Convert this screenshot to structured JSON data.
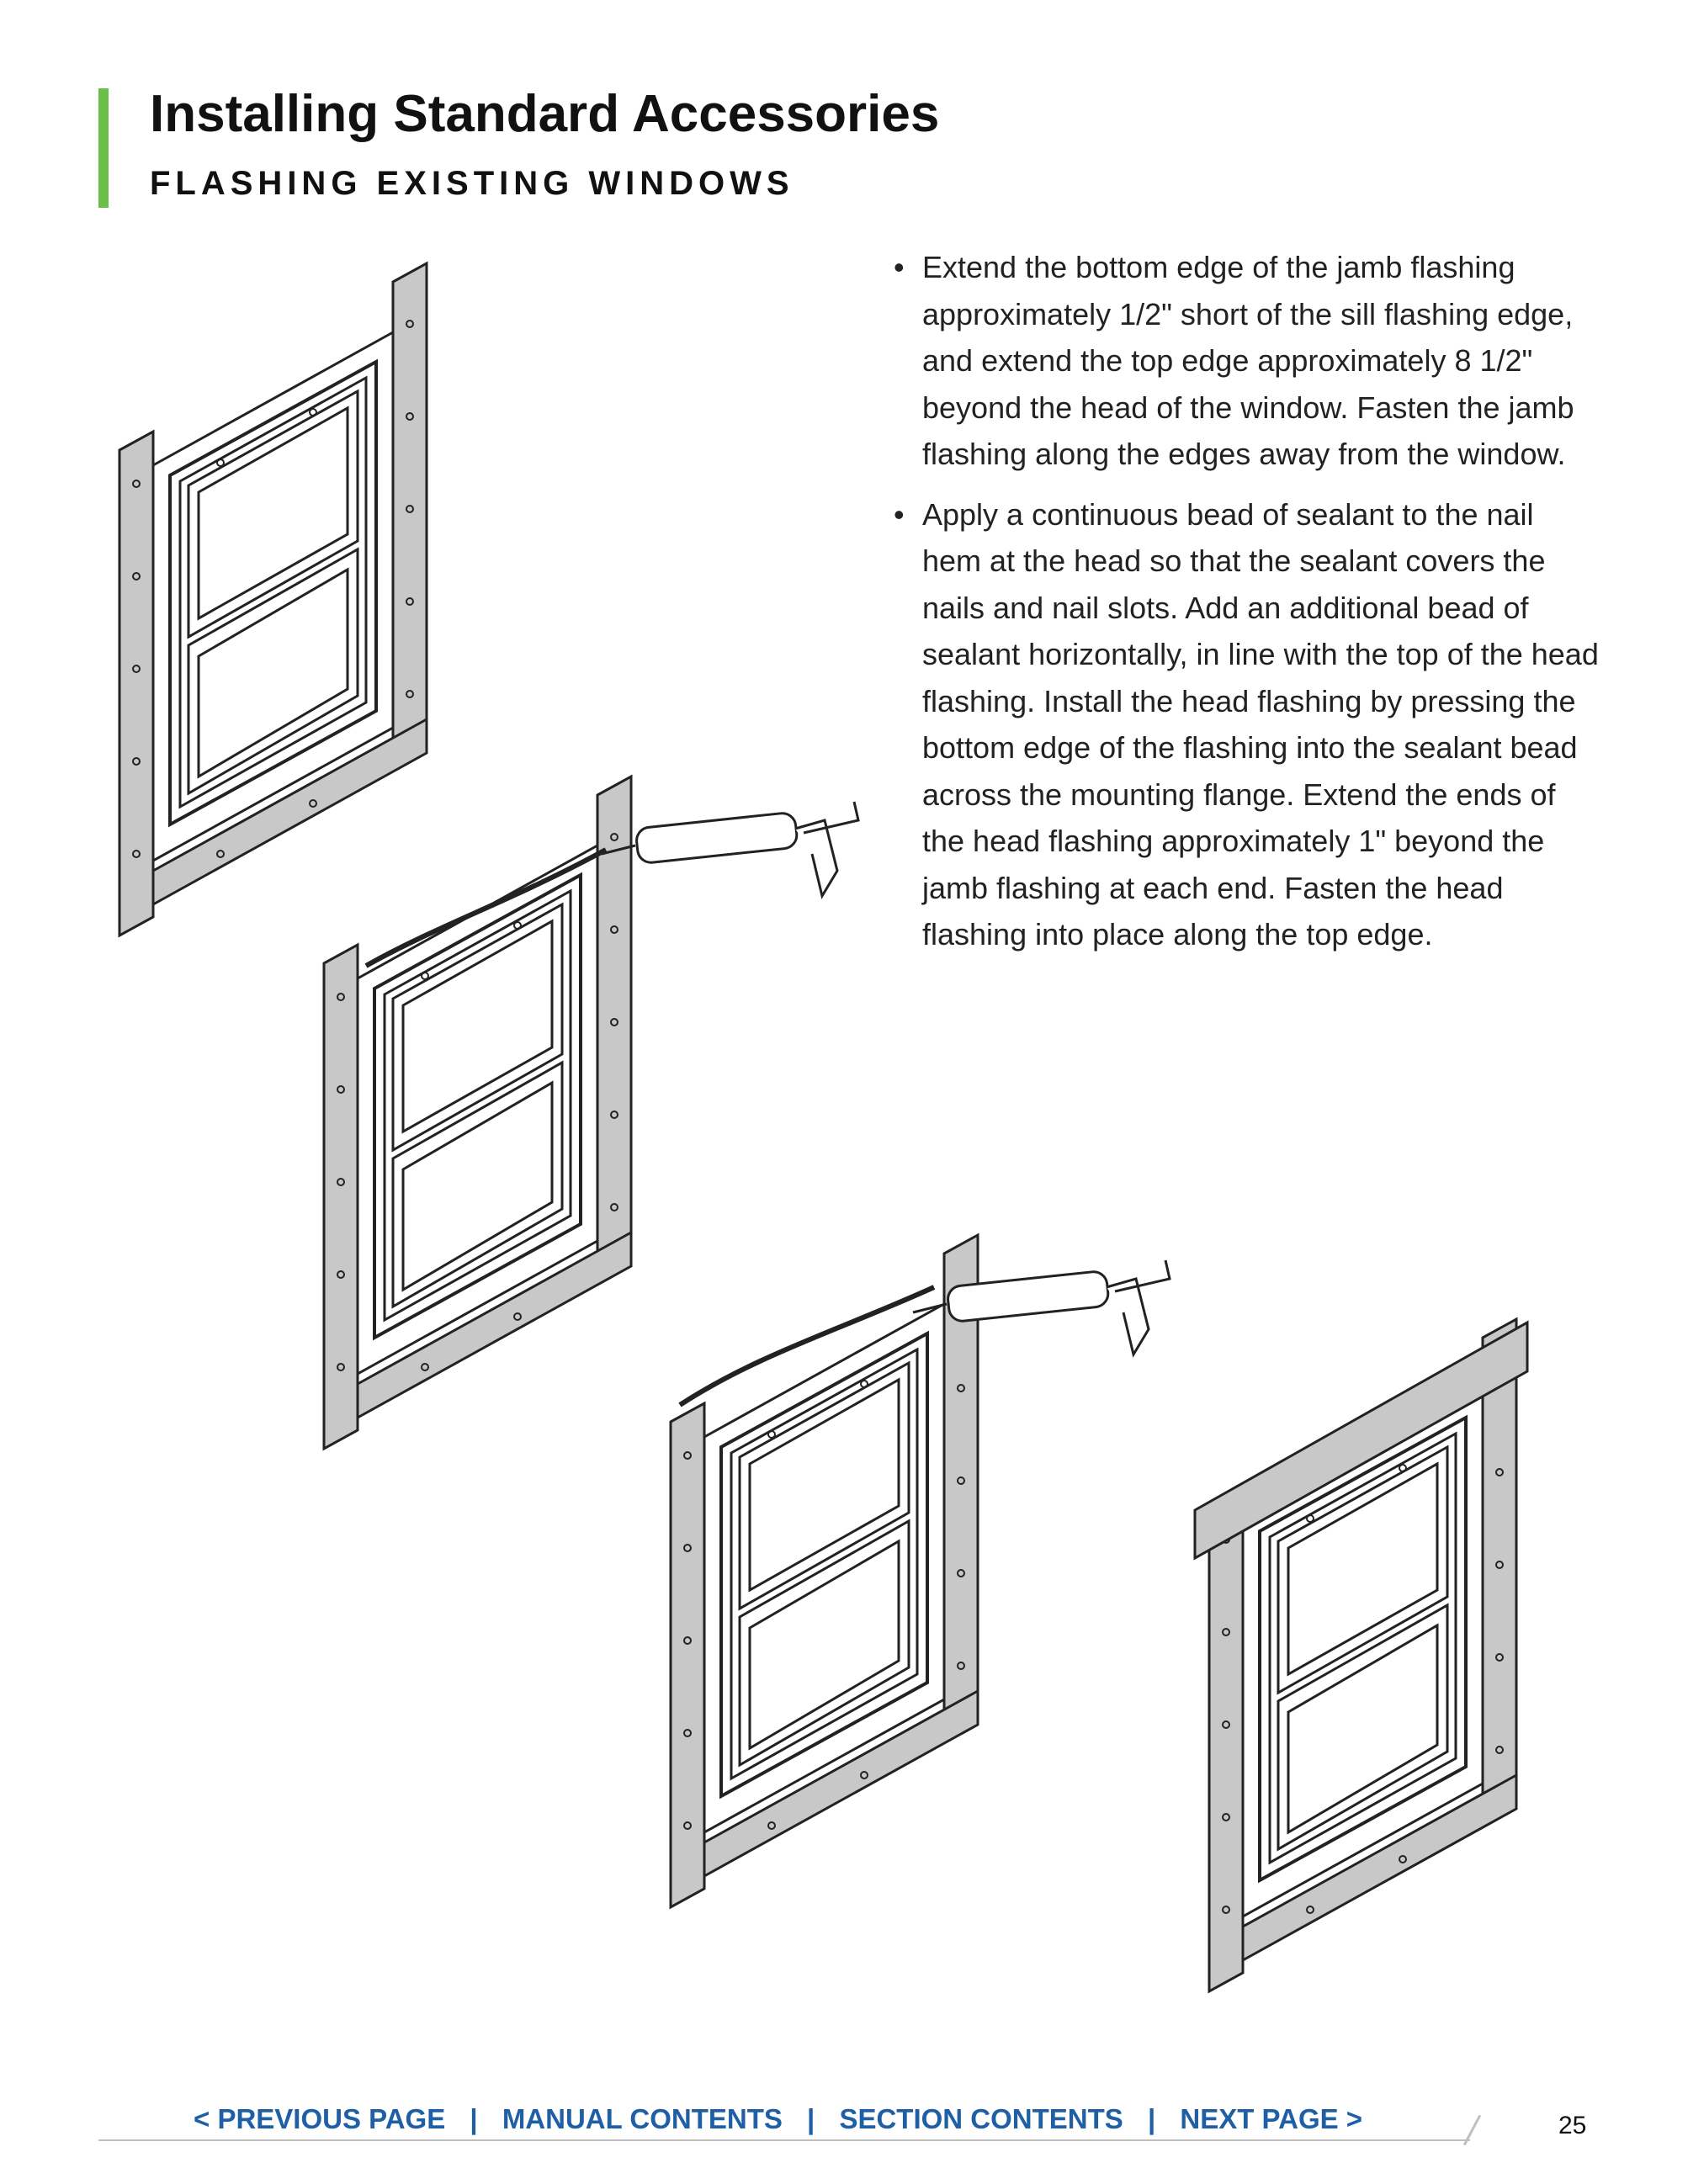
{
  "header": {
    "title": "Installing Standard Accessories",
    "subtitle": "FLASHING EXISTING WINDOWS"
  },
  "colors": {
    "accent": "#6abf4b",
    "link": "#1f5fa5",
    "flashing": "#c8c8c8"
  },
  "instructions": [
    "Extend the bottom edge of the jamb flashing approximately 1/2\" short of the sill flashing edge, and extend the top edge approximately 8 1/2\" beyond the head of the window. Fasten the jamb flashing along the edges away from the window.",
    "Apply a continuous bead of sealant to the nail hem at the head so that the sealant covers the nails and nail slots. Add an additional bead of sealant horizontally, in line with the top of the head flashing. Install the head flashing by pressing the bottom edge of the flashing into the sealant bead across the mounting flange. Extend the ends of the head flashing approximately 1\" beyond the jamb flashing at each end. Fasten the head flashing into place along the top edge."
  ],
  "bullet_glyph": "•",
  "footer": {
    "previous": "< PREVIOUS PAGE",
    "manual": "MANUAL CONTENTS",
    "section": "SECTION CONTENTS",
    "next": "NEXT PAGE >",
    "separator": "|",
    "page_number": "25"
  }
}
